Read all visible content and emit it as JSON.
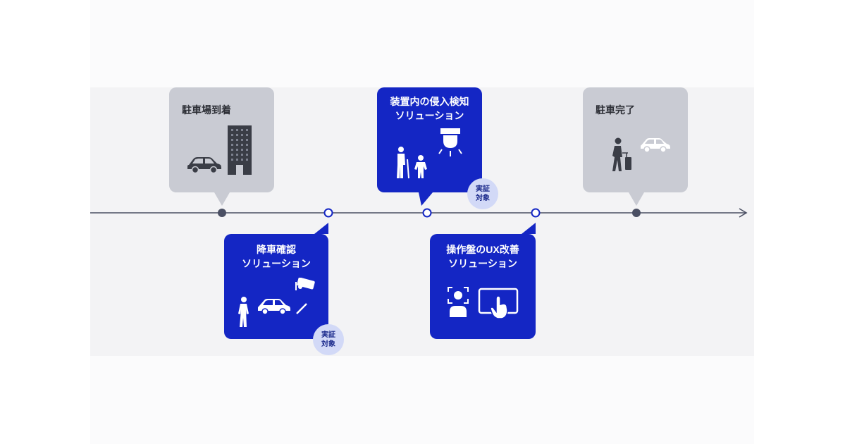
{
  "steps": {
    "arrival": {
      "title": "駐車場到着"
    },
    "intrusion": {
      "title_line1": "装置内の侵入検知",
      "title_line2": "ソリューション",
      "badge_line1": "実証",
      "badge_line2": "対象"
    },
    "complete": {
      "title": "駐車完了"
    },
    "dropoff": {
      "title_line1": "降車確認",
      "title_line2": "ソリューション",
      "badge_line1": "実証",
      "badge_line2": "対象"
    },
    "panel_ux": {
      "title_line1": "操作盤のUX改善",
      "title_line2": "ソリューション"
    }
  },
  "colors": {
    "accent_blue": "#1426c4",
    "gray_card": "#c9cbd3",
    "timeline": "#4a4f63",
    "badge_bg": "#d2d9f7"
  }
}
